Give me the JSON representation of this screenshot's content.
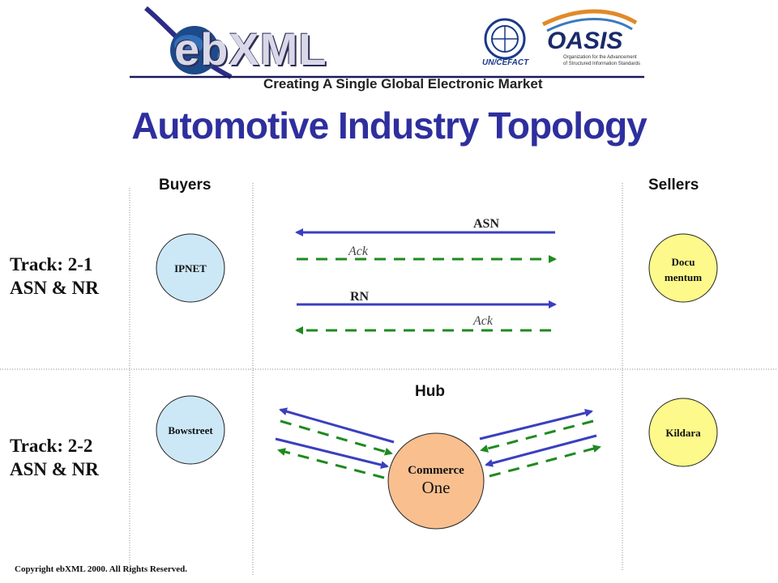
{
  "header": {
    "logo_text": "ebXML",
    "tagline": "Creating A Single Global Electronic Market",
    "un_label": "UN/CEFACT",
    "oasis_name": "OASIS",
    "oasis_subtitle_1": "Organization for the Advancement",
    "oasis_subtitle_2": "of Structured Information Standards"
  },
  "title": "Automotive Industry Topology",
  "columns": {
    "buyers": "Buyers",
    "sellers": "Sellers",
    "hub": "Hub"
  },
  "tracks": [
    {
      "line1": "Track: 2-1",
      "line2": "ASN & NR"
    },
    {
      "line1": "Track: 2-2",
      "line2": "ASN & NR"
    }
  ],
  "nodes": {
    "ipnet": "IPNET",
    "documentum_1": "Docu",
    "documentum_2": "mentum",
    "bowstreet": "Bowstreet",
    "kildara": "Kildara",
    "commerce_1": "Commerce",
    "commerce_2": "One"
  },
  "messages": {
    "asn": "ASN",
    "ack1": "Ack",
    "rn": "RN",
    "ack2": "Ack"
  },
  "colors": {
    "solid_arrow": "#3b3fbf",
    "dashed_arrow": "#1f8a1f",
    "buyer_fill": "#cce8f7",
    "seller_fill": "#fdf98a",
    "hub_fill": "#f9bf8f",
    "title": "#2e2f9e"
  },
  "copyright": "Copyright ebXML 2000. All Rights Reserved."
}
